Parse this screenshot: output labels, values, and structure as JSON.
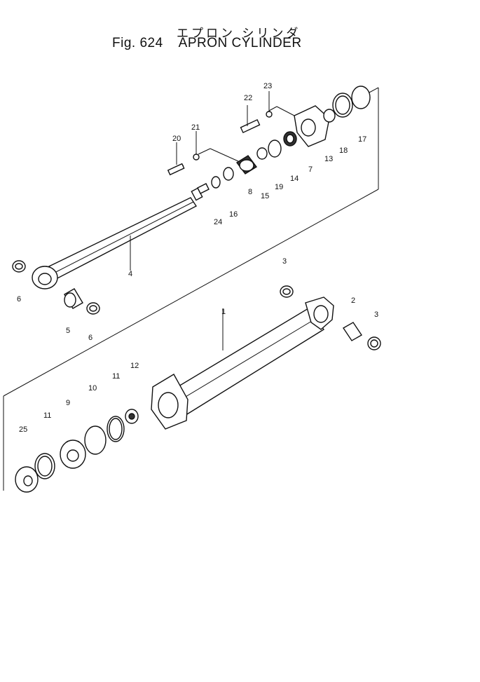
{
  "title": {
    "japanese": "エプロン シリンダ",
    "fig": "Fig. 624",
    "name": "APRON CYLINDER"
  },
  "callouts": [
    "1",
    "2",
    "3",
    "3",
    "4",
    "5",
    "6",
    "6",
    "7",
    "8",
    "9",
    "10",
    "11",
    "11",
    "12",
    "13",
    "14",
    "15",
    "16",
    "17",
    "18",
    "19",
    "20",
    "21",
    "22",
    "23",
    "24",
    "25"
  ]
}
